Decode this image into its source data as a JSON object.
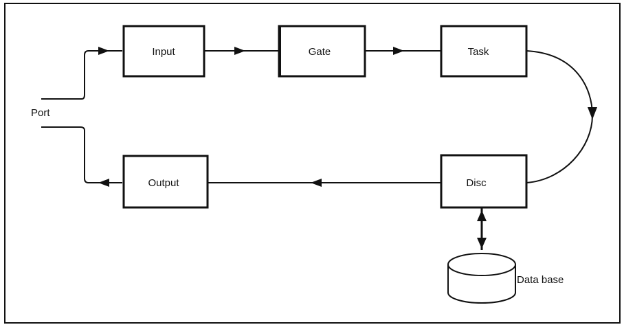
{
  "diagram": {
    "port_label": "Port",
    "blocks": {
      "input": "Input",
      "gate": "Gate",
      "task": "Task",
      "disc": "Disc",
      "output": "Output"
    },
    "database_label": "Data base"
  }
}
